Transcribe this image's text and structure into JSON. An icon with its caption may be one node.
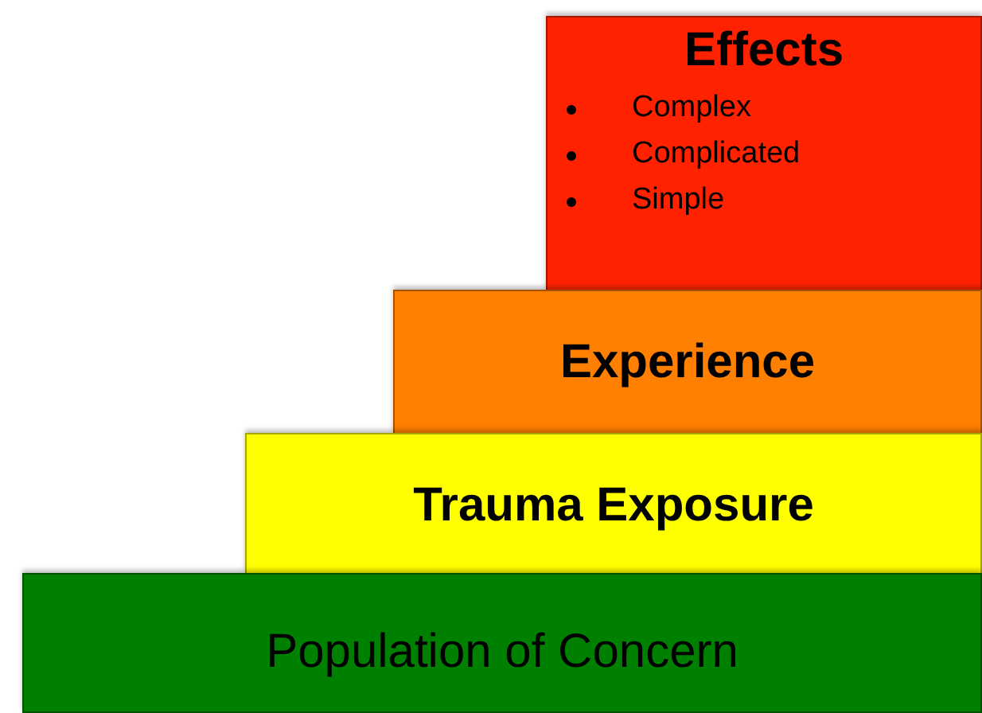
{
  "diagram": {
    "nodes": [
      {
        "text": [
          "Effects",
          "Complex",
          "Complicated",
          "Simple"
        ]
      },
      {
        "text": [
          "Experience"
        ]
      },
      {
        "text": [
          "Trauma Exposure"
        ]
      },
      {
        "text": [
          "Population of Concern"
        ]
      }
    ]
  }
}
